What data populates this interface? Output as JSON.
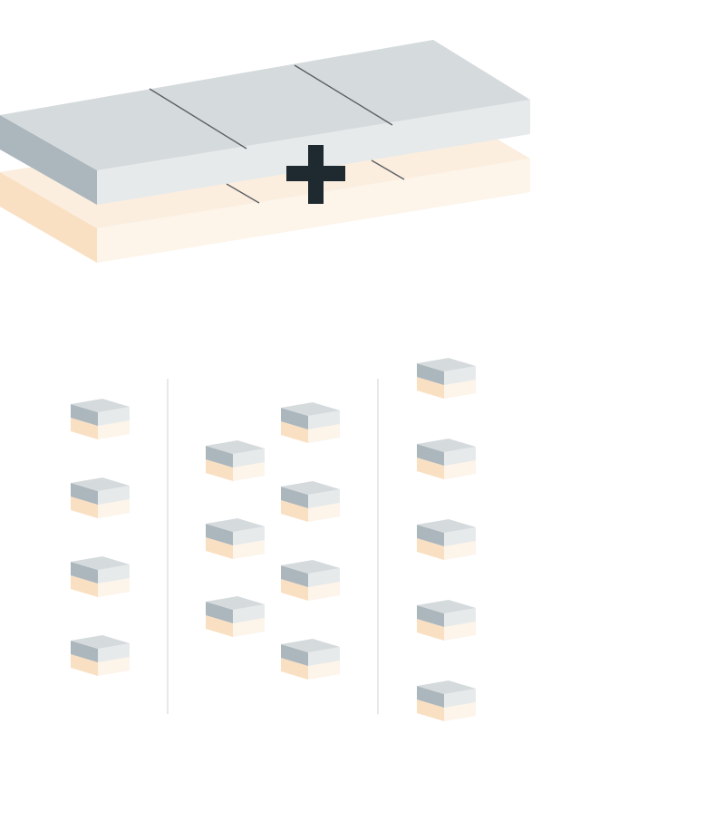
{
  "colors": {
    "background": "#ffffff",
    "gray_top": "#d5dadd",
    "gray_left": "#acb7bd",
    "gray_right": "#e7eaeb",
    "peach_top": "#fbeedf",
    "peach_left": "#fae0c3",
    "peach_right": "#fdf4ea",
    "seam": "#5c6064",
    "plus": "#1f2a30",
    "divider": "#e1e1e1"
  },
  "icons": {
    "plus": "plus-icon"
  },
  "cube_groups": [
    {
      "columns": [
        4
      ]
    },
    {
      "columns": [
        3,
        4
      ]
    },
    {
      "columns": [
        5
      ]
    }
  ]
}
